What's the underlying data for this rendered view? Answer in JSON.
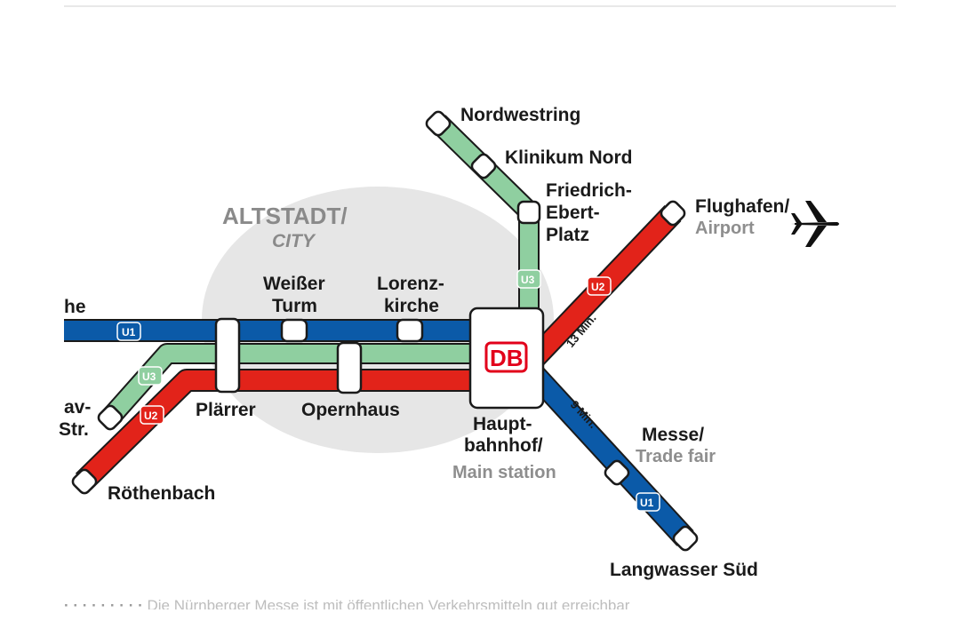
{
  "map": {
    "district": {
      "name": "ALTSTADT/",
      "sub": "CITY"
    },
    "colors": {
      "u1": "#0b5aa8",
      "u2": "#e2231a",
      "u3": "#8fcfa0",
      "district_fill": "#e6e6e6",
      "db": "#e2001a"
    },
    "lines": {
      "u1": {
        "badge": "U1"
      },
      "u2": {
        "badge": "U2"
      },
      "u3": {
        "badge": "U3"
      }
    },
    "stations": {
      "nordwestring": "Nordwestring",
      "klinikum_nord": "Klinikum Nord",
      "friedrich_ebert_platz": [
        "Friedrich-",
        "Ebert-",
        "Platz"
      ],
      "flughafen": "Flughafen/",
      "airport": "Airport",
      "weisser_turm": [
        "Weißer",
        "Turm"
      ],
      "lorenzkirche": [
        "Lorenz-",
        "kirche"
      ],
      "plaerrer": "Plärrer",
      "opernhaus": "Opernhaus",
      "hauptbahnhof": [
        "Haupt-",
        "bahnhof/"
      ],
      "main_station": "Main station",
      "messe": "Messe/",
      "trade_fair": "Trade fair",
      "langwasser_sued": "Langwasser Süd",
      "roethenbach": "Röthenbach",
      "cut_left_1": "he",
      "cut_left_2": [
        "av-",
        "Str."
      ]
    },
    "db_logo": "DB",
    "travel_times": {
      "airport": "13 Min.",
      "messe": "9 Min."
    },
    "icons": {
      "plane": "airplane-icon",
      "db": "db-logo"
    }
  },
  "footer": {
    "text_bold": "·  ·  ·  ·  ·  ·  ·  ·  ·",
    "text": "Die Nürnberger Messe ist mit öffentlichen Verkehrsmitteln gut erreichbar"
  }
}
